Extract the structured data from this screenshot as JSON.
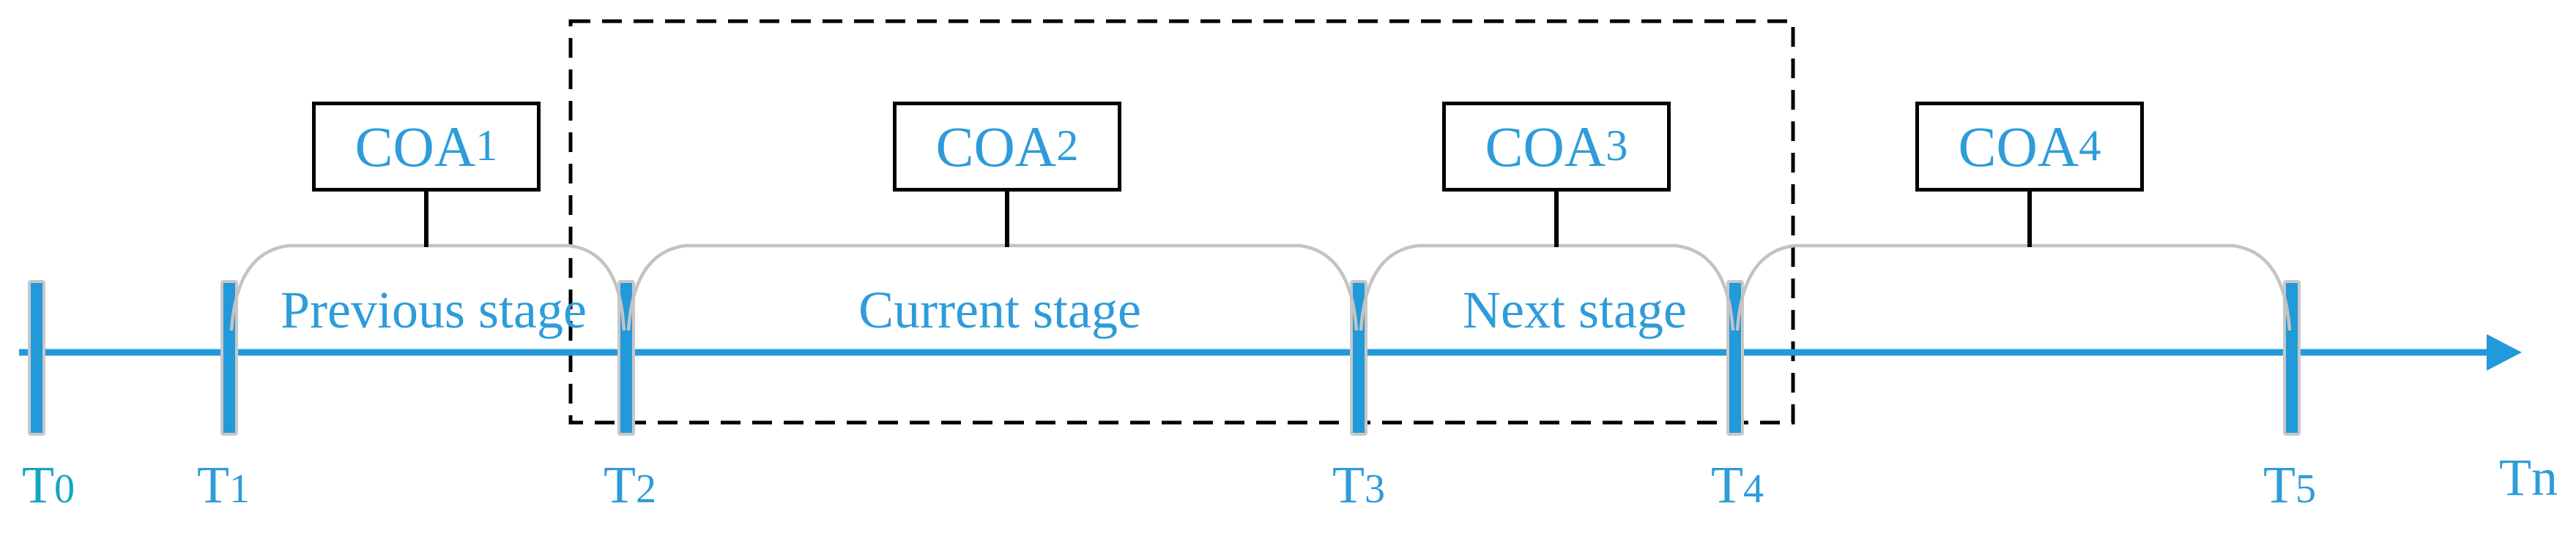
{
  "colors": {
    "timeline_blue": "#2299D8",
    "label_blue": "#2E9CD9",
    "t0_cyan": "#15A4C2",
    "tick_border_gray": "#C8C8C8",
    "bracket_gray": "#C3C3C3",
    "connector_black": "#000000",
    "dashed_box_black": "#000000",
    "background": "#FFFFFF"
  },
  "ticks": [
    {
      "id": "t0",
      "label": "T",
      "sub": "0"
    },
    {
      "id": "t1",
      "label": "T",
      "sub": "1"
    },
    {
      "id": "t2",
      "label": "T",
      "sub": "2"
    },
    {
      "id": "t3",
      "label": "T",
      "sub": "3"
    },
    {
      "id": "t4",
      "label": "T",
      "sub": "4"
    },
    {
      "id": "t5",
      "label": "T",
      "sub": "5"
    }
  ],
  "axis_end_label": {
    "label": "T",
    "sub": "n"
  },
  "stages": [
    {
      "label": "Previous stage"
    },
    {
      "label": "Current stage"
    },
    {
      "label": "Next stage"
    }
  ],
  "coa_boxes": [
    {
      "label": "COA",
      "sub": "1"
    },
    {
      "label": "COA",
      "sub": "2"
    },
    {
      "label": "COA",
      "sub": "3"
    },
    {
      "label": "COA",
      "sub": "4"
    }
  ]
}
